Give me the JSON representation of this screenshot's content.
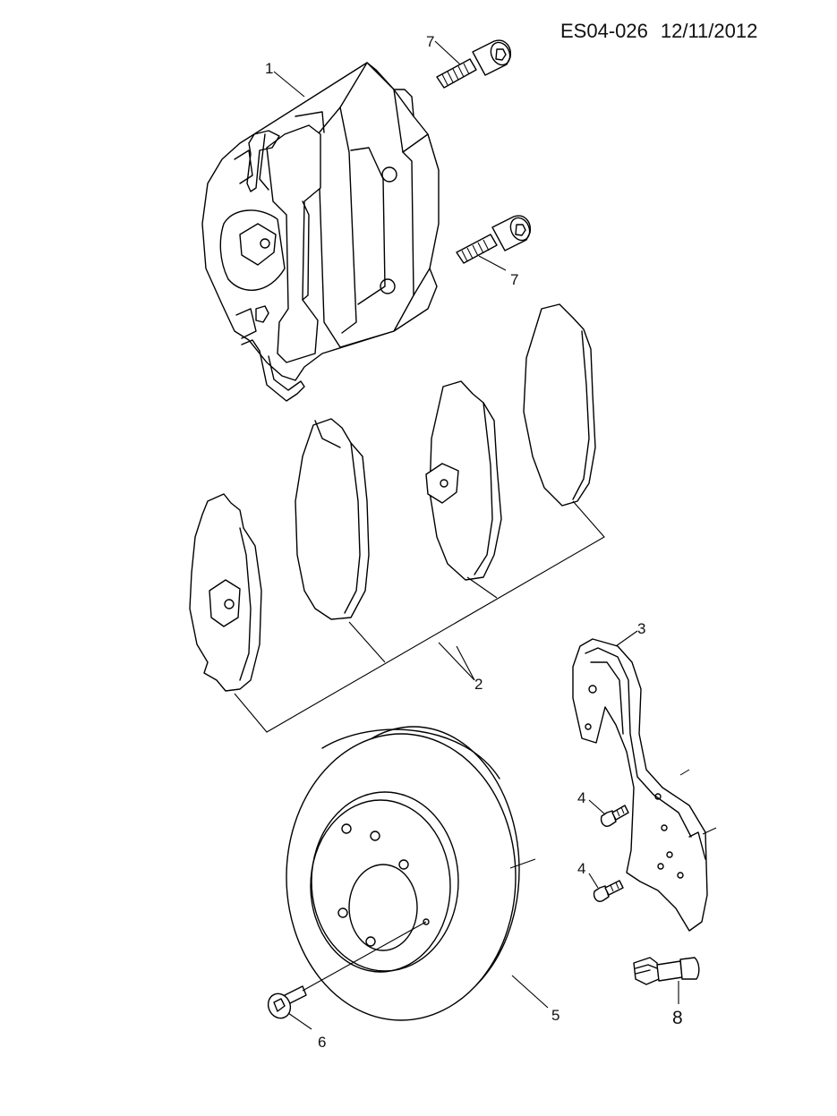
{
  "header": {
    "doc_code": "ES04-026",
    "date": "12/11/2012"
  },
  "callouts": {
    "caliper": "1",
    "pad_set": "2",
    "splash_shield": "3",
    "shield_screw_upper": "4",
    "shield_screw_lower": "4",
    "brake_disc": "5",
    "disc_screw": "6",
    "guide_bolt_upper": "7",
    "guide_bolt_lower": "7",
    "hose_bolt": "8"
  }
}
